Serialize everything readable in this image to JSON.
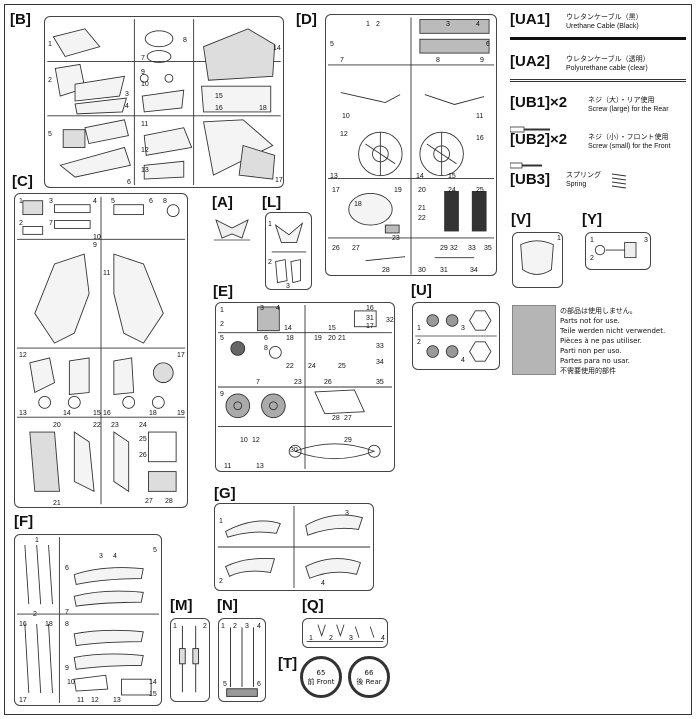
{
  "sprue_labels": {
    "B": "[B]",
    "C": "[C]",
    "D": "[D]",
    "A": "[A]",
    "L": "[L]",
    "E": "[E]",
    "U": "[U]",
    "V": "[V]",
    "Y": "[Y]",
    "F": "[F]",
    "G": "[G]",
    "M": "[M]",
    "N": "[N]",
    "Q": "[Q]",
    "T": "[T]"
  },
  "cables": [
    {
      "code": "[UA1]",
      "jp": "ウレタンケーブル（黒）",
      "en": "Urethane Cable (Black)"
    },
    {
      "code": "[UA2]",
      "jp": "ウレタンケーブル（透明）",
      "en": "Polyurethane cable (clear)"
    },
    {
      "code": "[UB1]×2",
      "jp": "ネジ（大）・リア使用",
      "en": "Screw (large) for the Rear"
    },
    {
      "code": "[UB2]×2",
      "jp": "ネジ（小）・フロント使用",
      "en": "Screw (small) for the Front"
    },
    {
      "code": "[UB3]",
      "jp": "スプリング",
      "en": "Spring"
    }
  ],
  "legend": [
    "の部品は使用しません。",
    "Parts not for use.",
    "Teile werden nicht verwendet.",
    "Pièces à ne pas utiliser.",
    "Parti non per uso.",
    "Partes para no usar.",
    "不需要使用的部件"
  ],
  "tires": [
    {
      "num": "65",
      "label": "前 Front"
    },
    {
      "num": "66",
      "label": "後 Rear"
    }
  ],
  "part_numbers": {
    "B": [
      "1",
      "2",
      "3",
      "4",
      "5",
      "6",
      "7",
      "8",
      "9",
      "10",
      "11",
      "12",
      "13",
      "14",
      "15",
      "16",
      "17",
      "18"
    ],
    "C": [
      "1",
      "2",
      "3",
      "4",
      "5",
      "6",
      "7",
      "8",
      "9",
      "10",
      "11",
      "12",
      "13",
      "14",
      "15",
      "16",
      "17",
      "18",
      "19",
      "20",
      "21",
      "22",
      "23",
      "24",
      "25",
      "26",
      "27",
      "28"
    ],
    "D": [
      "1",
      "2",
      "3",
      "4",
      "5",
      "6",
      "7",
      "8",
      "9",
      "10",
      "11",
      "12",
      "13",
      "14",
      "15",
      "16",
      "17",
      "18",
      "19",
      "20",
      "21",
      "22",
      "23",
      "24",
      "25",
      "26",
      "27",
      "28",
      "29",
      "30",
      "31",
      "32",
      "33",
      "34",
      "35"
    ],
    "E": [
      "1",
      "2",
      "3",
      "4",
      "5",
      "6",
      "7",
      "8",
      "9",
      "10",
      "11",
      "12",
      "13",
      "14",
      "15",
      "16",
      "17",
      "18",
      "19",
      "20",
      "21",
      "22",
      "23",
      "24",
      "25",
      "26",
      "27",
      "28",
      "29",
      "30",
      "31",
      "32",
      "33",
      "34",
      "35"
    ],
    "F": [
      "1",
      "2",
      "3",
      "4",
      "5",
      "6",
      "7",
      "8",
      "9",
      "10",
      "11",
      "12",
      "13",
      "14",
      "15",
      "16",
      "17",
      "18"
    ],
    "G": [
      "1",
      "2",
      "3",
      "4"
    ],
    "U": [
      "1",
      "2",
      "3",
      "4"
    ],
    "Q": [
      "1",
      "2",
      "3",
      "4"
    ],
    "L": [
      "1",
      "2",
      "3"
    ],
    "V": [
      "1"
    ],
    "Y": [
      "1",
      "2",
      "3"
    ],
    "M": [
      "1",
      "2"
    ],
    "N": [
      "1",
      "2",
      "3",
      "4",
      "5",
      "6"
    ]
  }
}
